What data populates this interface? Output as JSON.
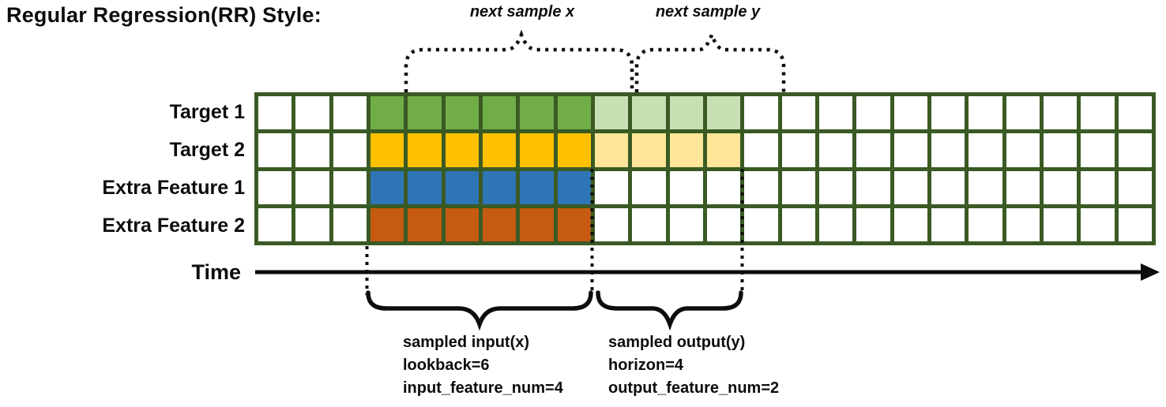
{
  "title": "Regular Regression(RR) Style:",
  "top_annotations": {
    "next_sample_x": "next sample x",
    "next_sample_y": "next sample y"
  },
  "time_axis": {
    "label": "Time"
  },
  "grid": {
    "columns": 24,
    "border_color": "#3A5A24",
    "rows": [
      {
        "label": "Target 1",
        "segments": [
          {
            "color": "#FFFFFF",
            "count": 3
          },
          {
            "color": "#70AD47",
            "count": 6
          },
          {
            "color": "#C6E0B4",
            "count": 4
          },
          {
            "color": "#FFFFFF",
            "count": 11
          }
        ]
      },
      {
        "label": "Target 2",
        "segments": [
          {
            "color": "#FFFFFF",
            "count": 3
          },
          {
            "color": "#FFC000",
            "count": 6
          },
          {
            "color": "#FFE699",
            "count": 4
          },
          {
            "color": "#FFFFFF",
            "count": 11
          }
        ]
      },
      {
        "label": "Extra Feature 1",
        "segments": [
          {
            "color": "#FFFFFF",
            "count": 3
          },
          {
            "color": "#2E75B6",
            "count": 6
          },
          {
            "color": "#FFFFFF",
            "count": 15
          }
        ]
      },
      {
        "label": "Extra Feature 2",
        "segments": [
          {
            "color": "#FFFFFF",
            "count": 3
          },
          {
            "color": "#C55A11",
            "count": 6
          },
          {
            "color": "#FFFFFF",
            "count": 15
          }
        ]
      }
    ]
  },
  "sample_annotations": {
    "input": {
      "title": "sampled input(x)",
      "lookback": "lookback=6",
      "feature_num": "input_feature_num=4"
    },
    "output": {
      "title": "sampled output(y)",
      "horizon": "horizon=4",
      "feature_num": "output_feature_num=2"
    }
  }
}
